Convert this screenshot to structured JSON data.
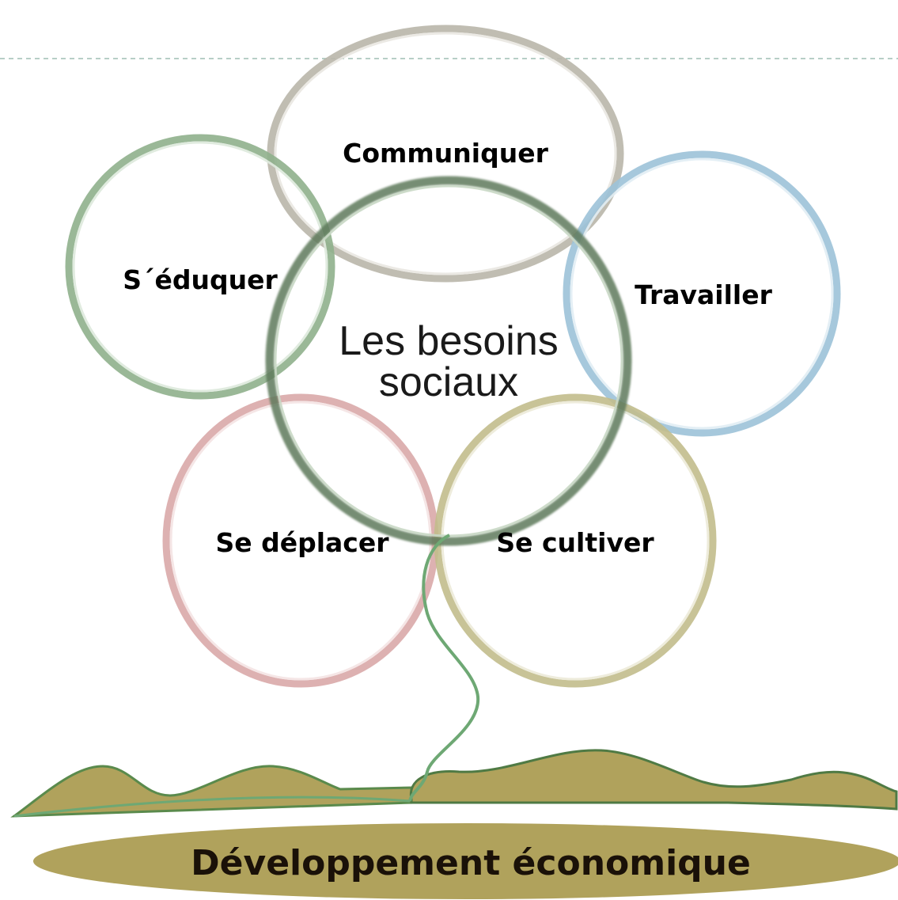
{
  "center": {
    "line1": "Les besoins",
    "line2": "sociaux"
  },
  "needs": {
    "communiquer": "Communiquer",
    "seduquer": "S´éduquer",
    "travailler": "Travailler",
    "se_deplacer": "Se déplacer",
    "se_cultiver": "Se cultiver"
  },
  "base": {
    "label": "Développement économique"
  },
  "colors": {
    "communiquer_ring": "#b9b6aa",
    "seduquer_ring": "#8fb08c",
    "travailler_ring": "#9cc2d8",
    "se_deplacer_ring": "#d9a8a8",
    "se_cultiver_ring": "#c2bc8c",
    "center_ring": "#5f7a5c",
    "stem": "#6ea874",
    "ground_fill": "#b0a25c",
    "ground_stroke": "#4f7a44",
    "dashed_line": "#9fbfb3"
  }
}
